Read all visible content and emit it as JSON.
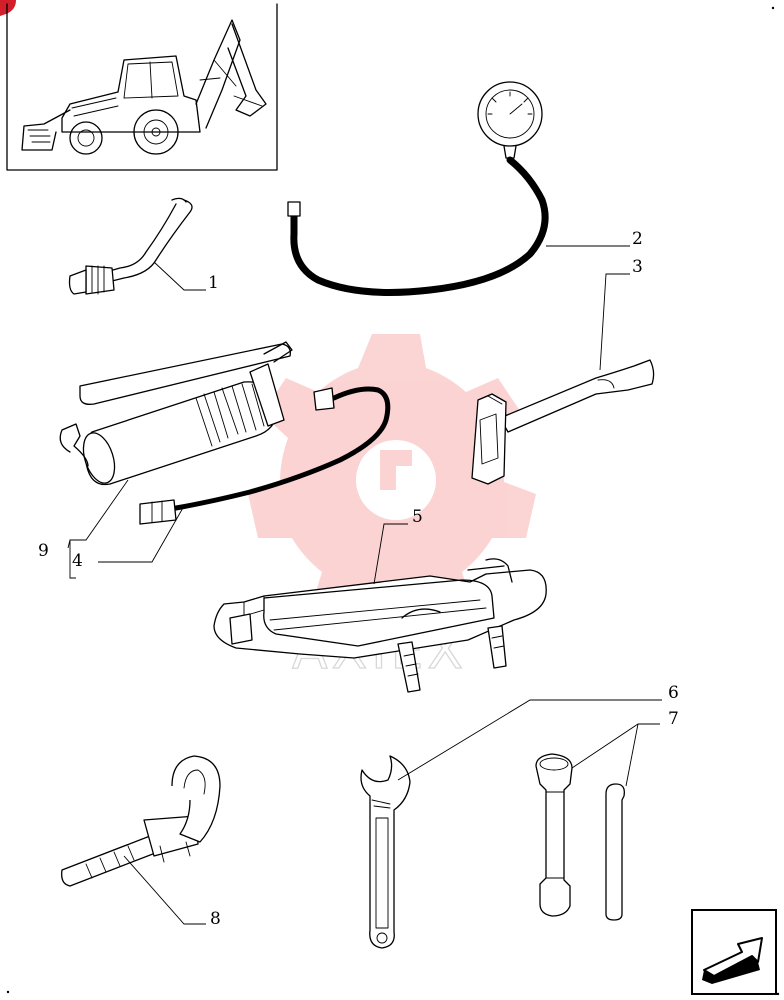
{
  "callouts": {
    "c1": "1",
    "c2": "2",
    "c3": "3",
    "c4": "4",
    "c5": "5",
    "c6": "6",
    "c7": "7",
    "c8": "8",
    "c9": "9"
  },
  "icons": {
    "machine_thumbnail": "backhoe-loader-icon",
    "next_page": "arrow-forward-icon"
  },
  "watermark": {
    "text": "AXIEX",
    "color": "#ee3b3b"
  }
}
